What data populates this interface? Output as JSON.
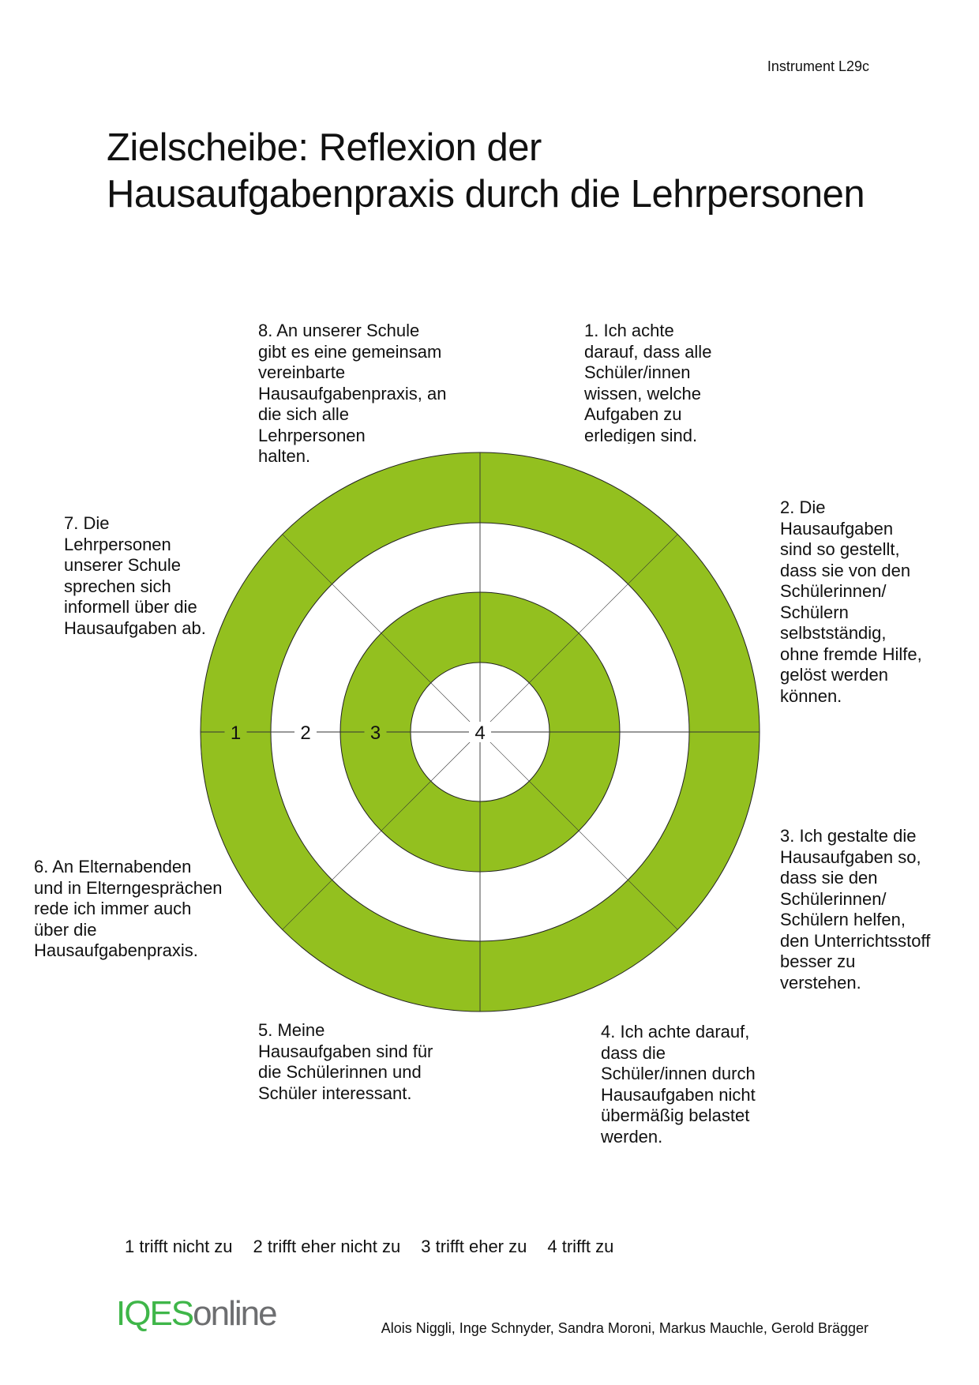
{
  "header": {
    "instrument": "Instrument L29c"
  },
  "title": {
    "line1": "Zielscheibe: Reflexion der",
    "line2": "Hausaufgabenpraxis durch die Lehrpersonen"
  },
  "colors": {
    "ring_green": "#93c01f",
    "logo_green": "#3fb649",
    "logo_gray": "#6d6e70"
  },
  "target": {
    "scale_labels": [
      "1",
      "2",
      "3",
      "4"
    ],
    "items": [
      "1. Ich achte\ndarauf, dass alle\nSchüler/innen\nwissen, welche\nAufgaben zu\nerledigen sind.",
      "2. Die\nHausaufgaben\nsind so gestellt,\ndass sie von den\nSchülerinnen/\nSchülern\nselbstständig,\nohne fremde Hilfe,\ngelöst werden\nkönnen.",
      "3. Ich gestalte die\nHausaufgaben so,\ndass sie den\nSchülerinnen/\nSchülern helfen,\nden Unterrichtsstoff\nbesser zu\nverstehen.",
      "4. Ich achte darauf,\ndass die\nSchüler/innen durch\nHausaufgaben nicht\nübermäßig belastet\nwerden.",
      "5. Meine\nHausaufgaben sind für\ndie Schülerinnen und\nSchüler interessant.",
      "6. An Elternabenden\nund in Elterngesprächen\nrede ich immer auch\nüber die\nHausaufgabenpraxis.",
      "7. Die\nLehrpersonen\nunserer Schule\nsprechen sich\ninformell über die\nHausaufgaben ab.",
      "8. An unserer Schule\ngibt es eine gemeinsam\nvereinbarte\nHausaufgabenpraxis, an\ndie sich alle\nLehrpersonen\nhalten."
    ]
  },
  "legend": [
    "1 trifft nicht zu",
    "2 trifft eher nicht zu",
    "3 trifft eher zu",
    "4 trifft zu"
  ],
  "footer": {
    "logo_part1": "IQES",
    "logo_part2": "online",
    "authors": "Alois Niggli, Inge Schnyder, Sandra Moroni, Markus Mauchle, Gerold Brägger"
  }
}
